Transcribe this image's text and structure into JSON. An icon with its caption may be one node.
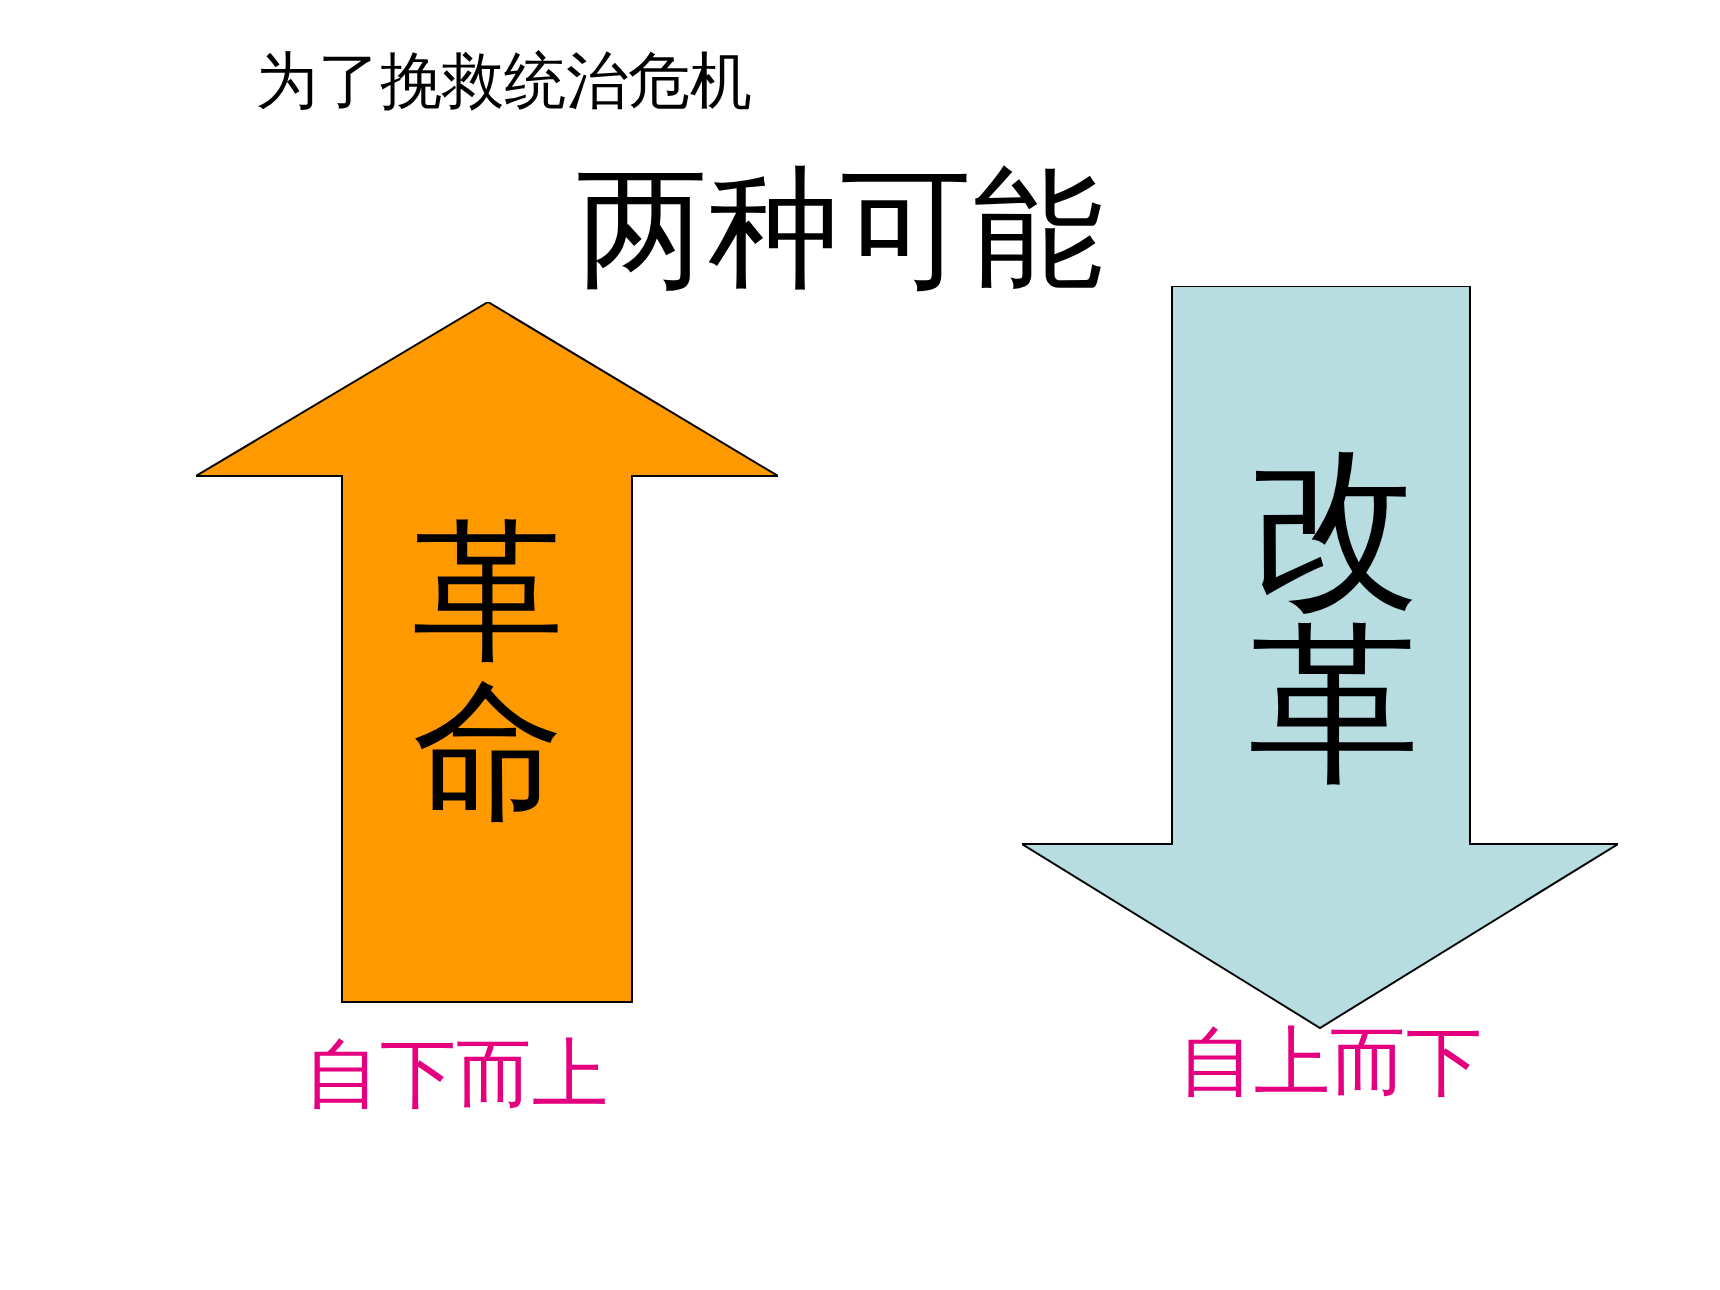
{
  "diagram": {
    "title": "两种可能",
    "labels": [
      "为了挽救统治危机"
    ],
    "nodes": [
      {
        "text": [
          "革命"
        ],
        "beside": [
          "自下而上"
        ]
      },
      {
        "text": [
          "改革"
        ],
        "beside": [
          "自上而下"
        ]
      }
    ]
  }
}
